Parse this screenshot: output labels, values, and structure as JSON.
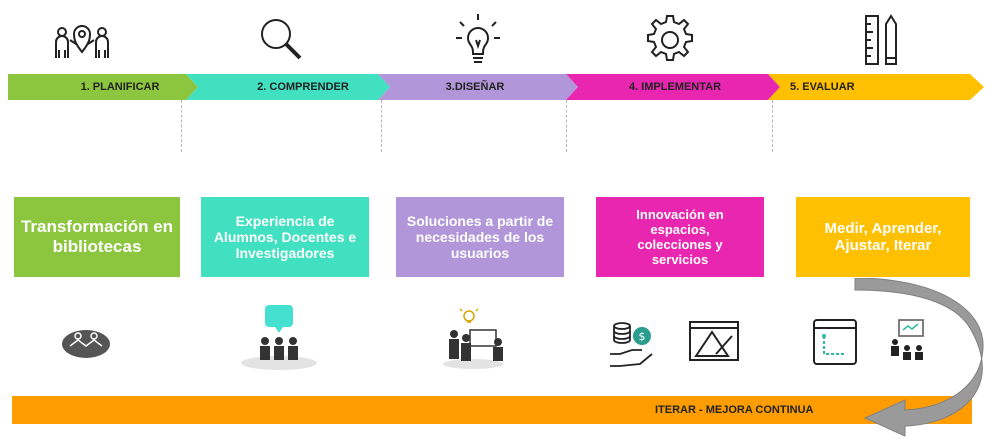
{
  "stages": [
    {
      "label": "1. PLANIFICAR",
      "color": "#8cc63f",
      "icon": "people-location-icon",
      "box_text": "Transformación en bibliotecas",
      "box_color": "#8cc63f"
    },
    {
      "label": "2. COMPRENDER",
      "color": "#40e0c0",
      "icon": "magnifier-icon",
      "box_text": "Experiencia de Alumnos, Docentes e Investigadores",
      "box_color": "#40e0c0"
    },
    {
      "label": "3.DISEÑAR",
      "color": "#b197d9",
      "icon": "lightbulb-icon",
      "box_text": "Soluciones a partir de necesidades de los usuarios",
      "box_color": "#b197d9"
    },
    {
      "label": "4. IMPLEMENTAR",
      "color": "#e926b0",
      "icon": "gear-icon",
      "box_text": "Innovación en espacios, colecciones y servicios",
      "box_color": "#e926b0"
    },
    {
      "label": "5. EVALUAR",
      "color": "#ffc000",
      "icon": "ruler-pencil-icon",
      "box_text": "Medir, Aprender, Ajustar, Iterar",
      "box_color": "#ffc000"
    }
  ],
  "sub_icons": [
    "meeting-table-icon",
    "speech-bubble-audience-icon",
    "presentation-idea-icon",
    "money-hand-icon",
    "drafting-tools-icon",
    "flowchart-window-icon",
    "board-meeting-icon"
  ],
  "iterate": {
    "label": "ITERAR - MEJORA CONTINUA",
    "color": "#ff9d00",
    "arrow_color": "#9a9a9a"
  }
}
